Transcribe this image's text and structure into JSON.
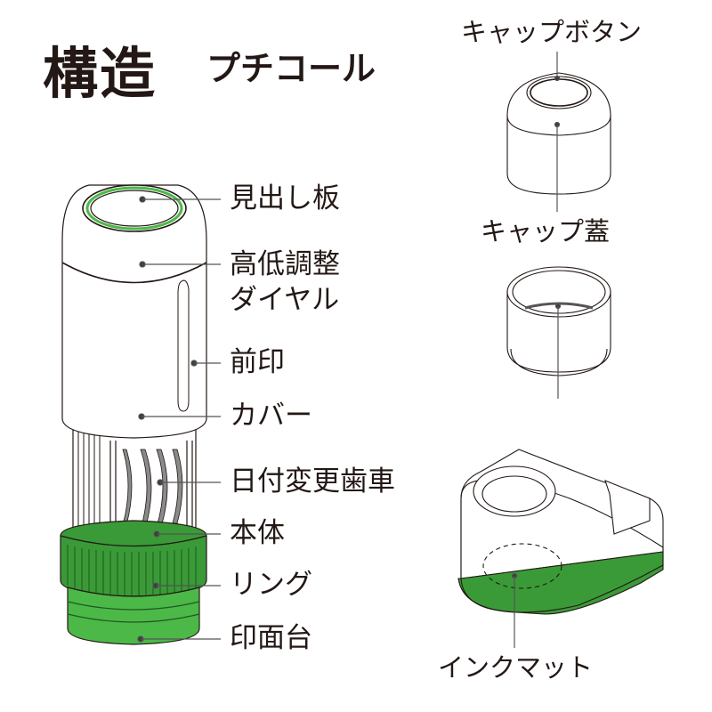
{
  "header": {
    "title": "構造",
    "subtitle": "プチコール"
  },
  "colors": {
    "accent_green": "#3a9a37",
    "accent_green_light": "#4cb848",
    "line": "#231815",
    "leader": "#555555"
  },
  "stamp_parts": {
    "labels": [
      {
        "id": "nameplate",
        "text": "見出し板"
      },
      {
        "id": "height_dial_line1",
        "text": "高低調整"
      },
      {
        "id": "height_dial_line2",
        "text": "ダイヤル"
      },
      {
        "id": "front_mark",
        "text": "前印"
      },
      {
        "id": "cover",
        "text": "カバー"
      },
      {
        "id": "date_gear",
        "text": "日付変更歯車"
      },
      {
        "id": "body",
        "text": "本体"
      },
      {
        "id": "ring",
        "text": "リング"
      },
      {
        "id": "stamp_face",
        "text": "印面台"
      }
    ]
  },
  "cap_parts": {
    "cap_button": "キャップボタン",
    "cap_lid": "キャップ蓋",
    "ink_mat_cap": "インクマット"
  },
  "stand_parts": {
    "ink_mat_stand": "インクマット"
  }
}
